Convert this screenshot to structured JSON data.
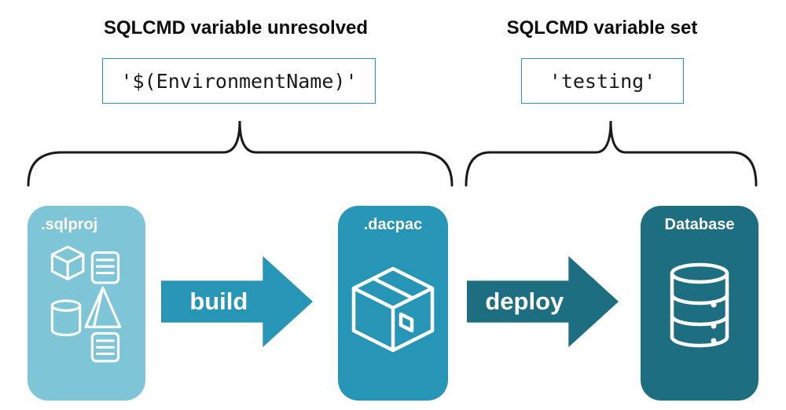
{
  "left_group": {
    "heading": "SQLCMD variable unresolved",
    "code": "'$(EnvironmentName)'"
  },
  "right_group": {
    "heading": "SQLCMD variable set",
    "code": "'testing'"
  },
  "pipeline": {
    "sqlproj_label": ".sqlproj",
    "build_label": "build",
    "dacpac_label": ".dacpac",
    "deploy_label": "deploy",
    "database_label": "Database"
  },
  "colors": {
    "light_teal": "#7EC5D8",
    "mid_teal": "#2795B5",
    "dark_teal": "#1D6E80",
    "code_box_border": "#2795B5",
    "brace_stroke": "#1A1A1A",
    "text": "#0D0D0D",
    "icon_stroke": "#FFFFFF"
  },
  "icons": {
    "sqlproj": [
      "cube-icon",
      "scroll-icon",
      "pyramid-icon",
      "cylinder-icon",
      "scroll-icon"
    ],
    "dacpac": "package-icon",
    "database": "database-icon"
  }
}
